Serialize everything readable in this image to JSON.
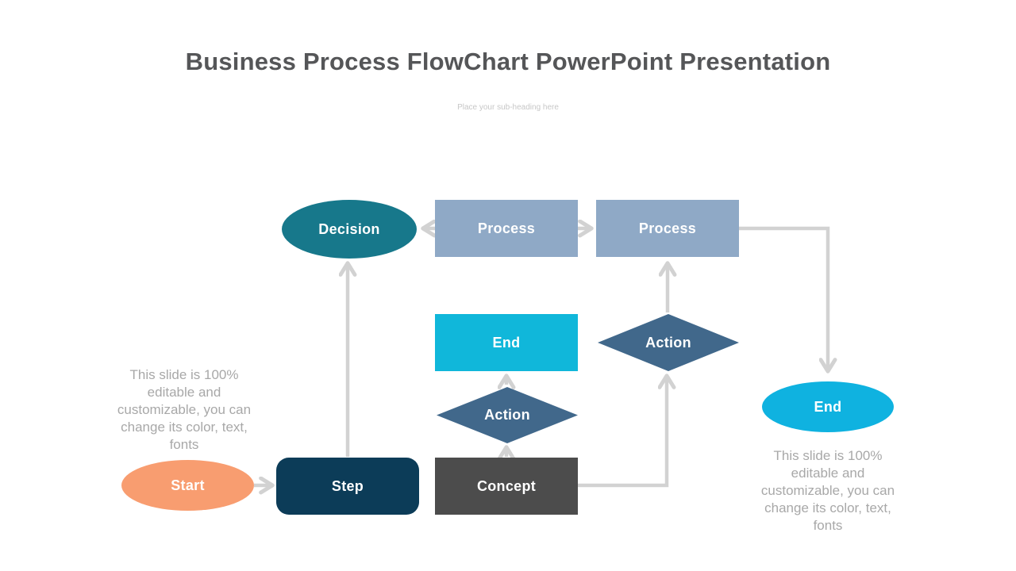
{
  "slide": {
    "title": "Business Process FlowChart PowerPoint Presentation",
    "subtitle": "Place your sub-heading here"
  },
  "notes": {
    "left": "This slide is 100% editable and customizable, you can change its color, text, fonts",
    "right": "This slide is 100% editable and customizable, you can change its color, text, fonts"
  },
  "nodes": {
    "decision": {
      "label": "Decision",
      "shape": "ellipse",
      "color": "#17788b"
    },
    "process_1": {
      "label": "Process",
      "shape": "rectangle",
      "color": "#8fa9c6"
    },
    "process_2": {
      "label": "Process",
      "shape": "rectangle",
      "color": "#8fa9c6"
    },
    "end_box": {
      "label": "End",
      "shape": "rectangle",
      "color": "#10b7da"
    },
    "action_upper": {
      "label": "Action",
      "shape": "diamond",
      "color": "#41688b"
    },
    "action_lower": {
      "label": "Action",
      "shape": "diamond",
      "color": "#41688b"
    },
    "end_ellipse": {
      "label": "End",
      "shape": "ellipse",
      "color": "#0fb2e0"
    },
    "start": {
      "label": "Start",
      "shape": "ellipse",
      "color": "#f89d70"
    },
    "step": {
      "label": "Step",
      "shape": "rounded-rect",
      "color": "#0c3c58"
    },
    "concept": {
      "label": "Concept",
      "shape": "rectangle",
      "color": "#4c4c4c"
    }
  },
  "connector_color": "#d2d2d2",
  "text_colors": {
    "title": "#555658",
    "subtitle": "#c7c7c7",
    "notes": "#a8a8a8",
    "node_label": "#ffffff"
  }
}
